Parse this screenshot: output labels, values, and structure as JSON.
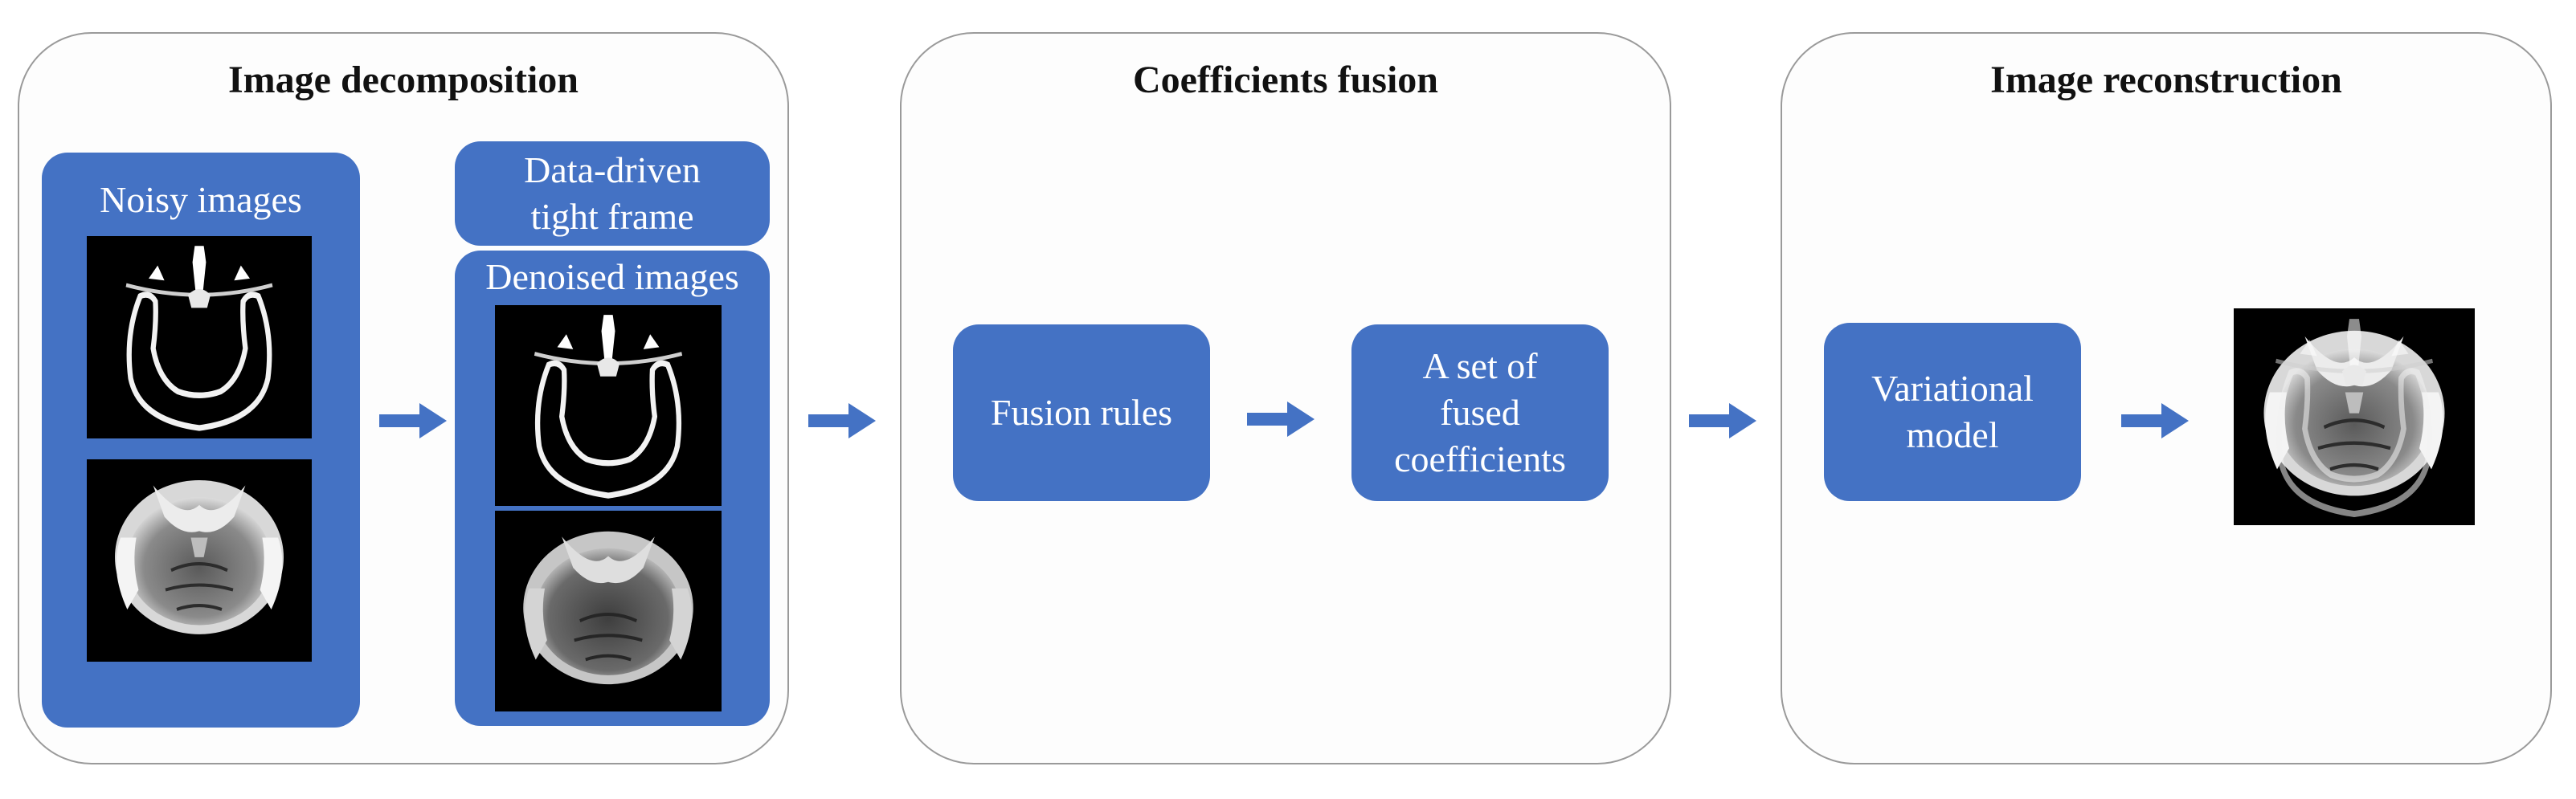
{
  "panels": {
    "decomposition": {
      "title": "Image decomposition",
      "noisy_label": "Noisy images",
      "frame_label": [
        "Data-driven",
        "tight frame"
      ],
      "denoised_label": "Denoised images"
    },
    "fusion": {
      "title": "Coefficients fusion",
      "rules_label": "Fusion rules",
      "fused_label": [
        "A set of",
        "fused",
        "coefficients"
      ]
    },
    "reconstruction": {
      "title": "Image reconstruction",
      "model_label": [
        "Variational",
        "model"
      ]
    }
  },
  "colors": {
    "box": "#4472c4",
    "arrow": "#4472c4",
    "panel_border": "#9a9a9a"
  }
}
